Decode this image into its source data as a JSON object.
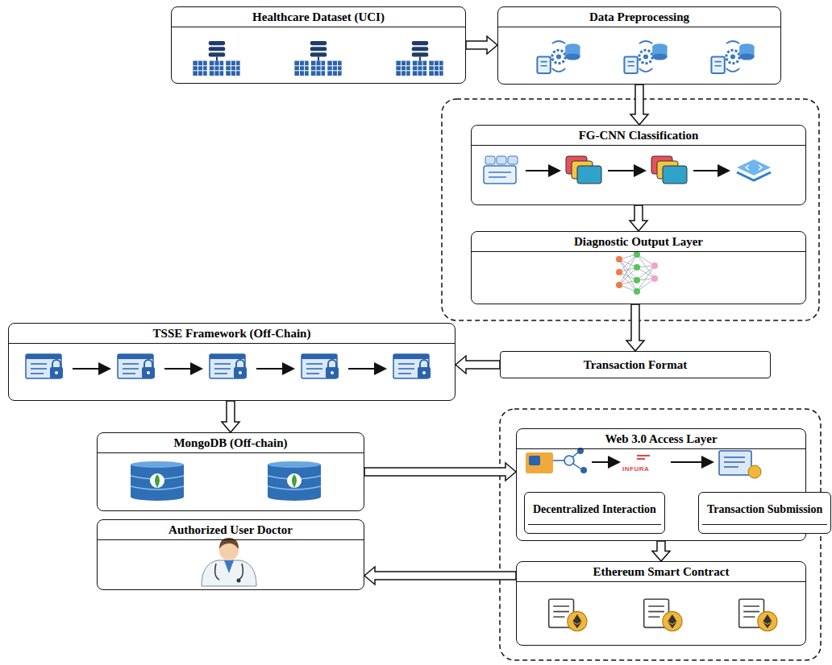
{
  "diagram": {
    "nodes": [
      {
        "text": [
          "Healthcare Dataset (UCI)"
        ]
      },
      {
        "text": [
          "Data Preprocessing"
        ]
      },
      {
        "text": [
          "FG-CNN Classification"
        ]
      },
      {
        "text": [
          "Diagnostic Output Layer"
        ]
      },
      {
        "text": [
          "TSSE Framework (Off-Chain)"
        ]
      },
      {
        "text": [
          "Transaction Format"
        ]
      },
      {
        "text": [
          "MongoDB (Off-chain)"
        ]
      },
      {
        "text": [
          "Web 3.0 Access Layer"
        ]
      },
      {
        "text": [
          "Decentralized Interaction"
        ],
        "in": 7
      },
      {
        "text": [
          "Transaction Submission"
        ],
        "in": 7
      },
      {
        "text": [
          "Authorized User Doctor"
        ]
      },
      {
        "text": [
          "Ethereum Smart Contract"
        ]
      }
    ],
    "edges": [
      {
        "from": 0,
        "to": 1,
        "arrow": "to"
      },
      {
        "from": 1,
        "to": 2,
        "arrow": "to"
      },
      {
        "from": 2,
        "to": 3,
        "arrow": "to"
      },
      {
        "from": 3,
        "to": 5,
        "arrow": "to"
      },
      {
        "from": 5,
        "to": 4,
        "arrow": "to"
      },
      {
        "from": 4,
        "to": 6,
        "arrow": "to"
      },
      {
        "from": 6,
        "to": 7,
        "arrow": "to"
      },
      {
        "from": 7,
        "to": 11,
        "arrow": "to"
      },
      {
        "from": 11,
        "to": 10,
        "arrow": "to"
      }
    ],
    "labels": [
      "INFURA"
    ]
  }
}
